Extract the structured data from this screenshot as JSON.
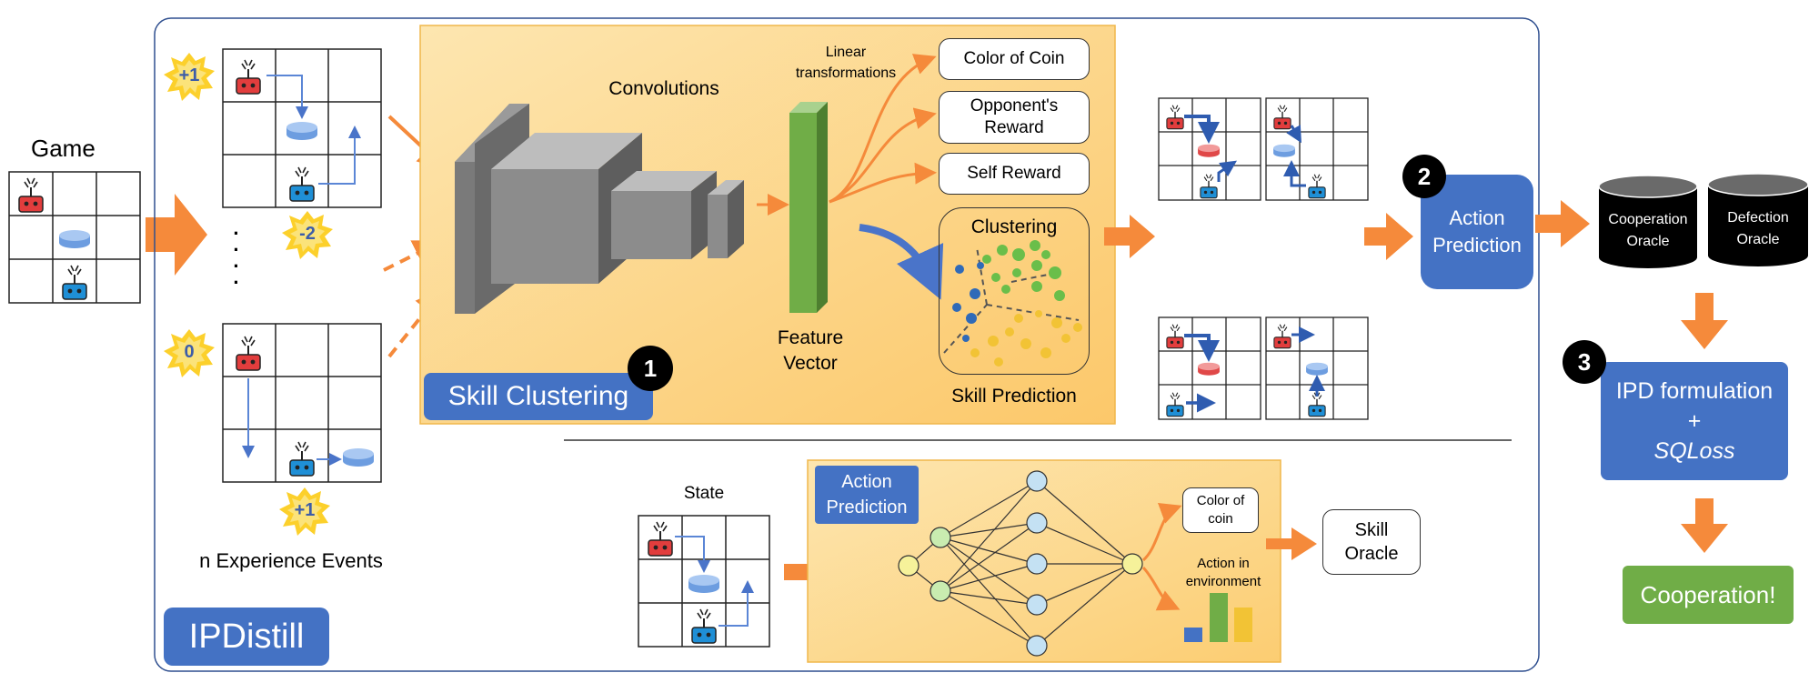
{
  "game": {
    "label": "Game"
  },
  "events": {
    "reward_top": "+1",
    "reward_top_bottom": "-2",
    "reward_bottom_left": "0",
    "reward_bottom_bottom": "+1",
    "dots": "·\n·\n·\n·",
    "caption": "n Experience Events"
  },
  "ipdistill": {
    "label": "IPDistill"
  },
  "skill_clustering": {
    "title": "Skill Clustering",
    "step": "1",
    "convolutions": "Convolutions",
    "linear": "Linear transformations",
    "feature_vector": "Feature Vector",
    "outputs": [
      "Color of Coin",
      "Opponent's Reward",
      "Self Reward"
    ],
    "clustering": "Clustering",
    "skill_prediction": "Skill Prediction"
  },
  "clusters": {
    "defection": "Defection Events cluster",
    "cooperation": "Cooperation Events cluster"
  },
  "action_prediction_main": {
    "step": "2",
    "label": "Action Prediction"
  },
  "oracles": {
    "cooperation": "Cooperation Oracle",
    "defection": "Defection Oracle"
  },
  "ipd": {
    "step": "3",
    "line1": "IPD formulation",
    "line2": "+",
    "line3": "SQLoss"
  },
  "result": {
    "label": "Cooperation!"
  },
  "lower": {
    "state": "State",
    "action_prediction": "Action Prediction",
    "color_of_coin": "Color of coin",
    "action_in_env": "Action in environment",
    "skill_oracle": "Skill Oracle"
  },
  "colors": {
    "orange": "#f58a3b",
    "blue": "#4472c4",
    "green": "#70ad47",
    "yellow_panel": "#fdd37f",
    "red_agent": "#e23d3d",
    "blue_agent": "#1f8fd6"
  }
}
